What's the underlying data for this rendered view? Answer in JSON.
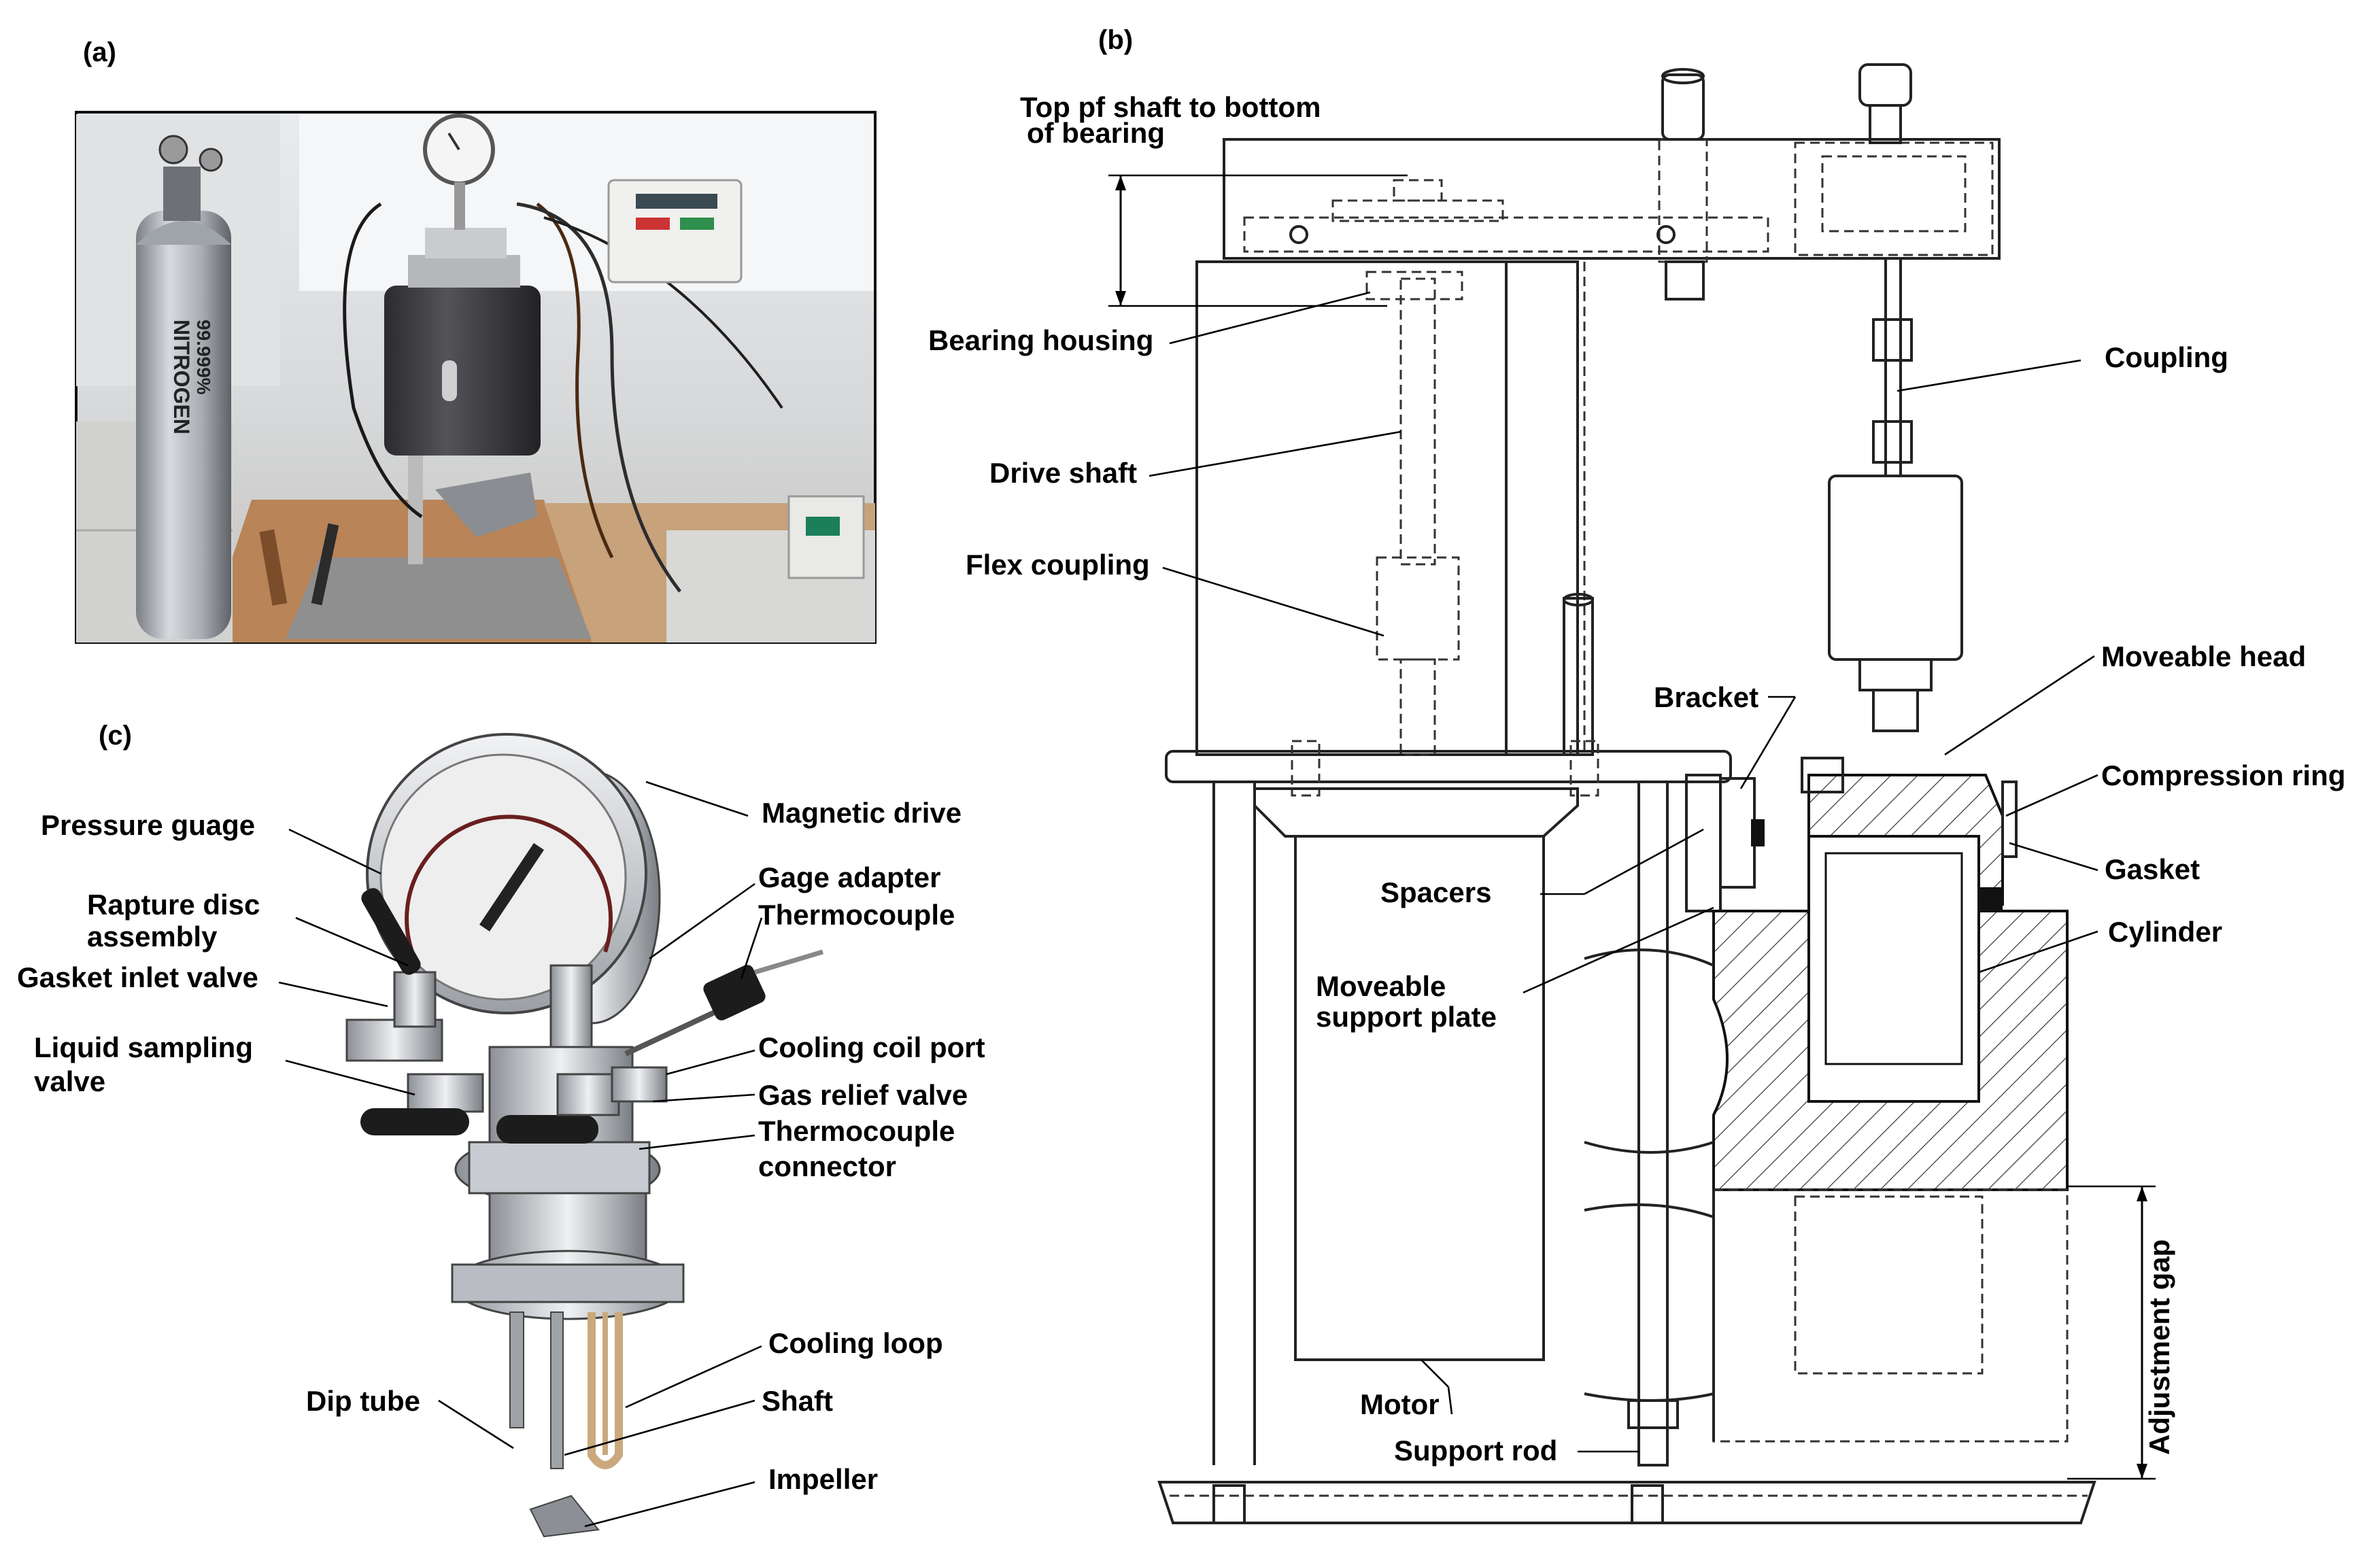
{
  "panels": {
    "a": "(a)",
    "b": "(b)",
    "c": "(c)"
  },
  "photo": {
    "cylinder_text_1": "99.999%",
    "cylinder_text_2": "NITROGEN"
  },
  "diagram_b": {
    "top_of_shaft_line1": "Top pf shaft to bottom",
    "top_of_shaft_line2": "of bearing",
    "bearing_housing": "Bearing housing",
    "drive_shaft": "Drive shaft",
    "flex_coupling": "Flex coupling",
    "coupling": "Coupling",
    "bracket": "Bracket",
    "moveable_head": "Moveable head",
    "compression_ring": "Compression ring",
    "gasket": "Gasket",
    "spacers": "Spacers",
    "cylinder": "Cylinder",
    "moveable_support_plate_line1": "Moveable",
    "moveable_support_plate_line2": "support plate",
    "adjustment_gap": "Adjustment gap",
    "motor": "Motor",
    "support_rod": "Support rod"
  },
  "diagram_c": {
    "pressure_gauge": "Pressure guage",
    "magnetic_drive": "Magnetic drive",
    "rapture_disc_line1": "Rapture disc",
    "rapture_disc_line2": "assembly",
    "gage_adapter": "Gage adapter",
    "thermocouple": "Thermocouple",
    "gasket_inlet_valve": "Gasket inlet valve",
    "liquid_sampling_line1": "Liquid sampling",
    "liquid_sampling_line2": "valve",
    "cooling_coil_port": "Cooling coil port",
    "gas_relief_valve": "Gas relief valve",
    "thermocouple_connector_line1": "Thermocouple",
    "thermocouple_connector_line2": "connector",
    "cooling_loop": "Cooling loop",
    "dip_tube": "Dip tube",
    "shaft": "Shaft",
    "impeller": "Impeller"
  }
}
